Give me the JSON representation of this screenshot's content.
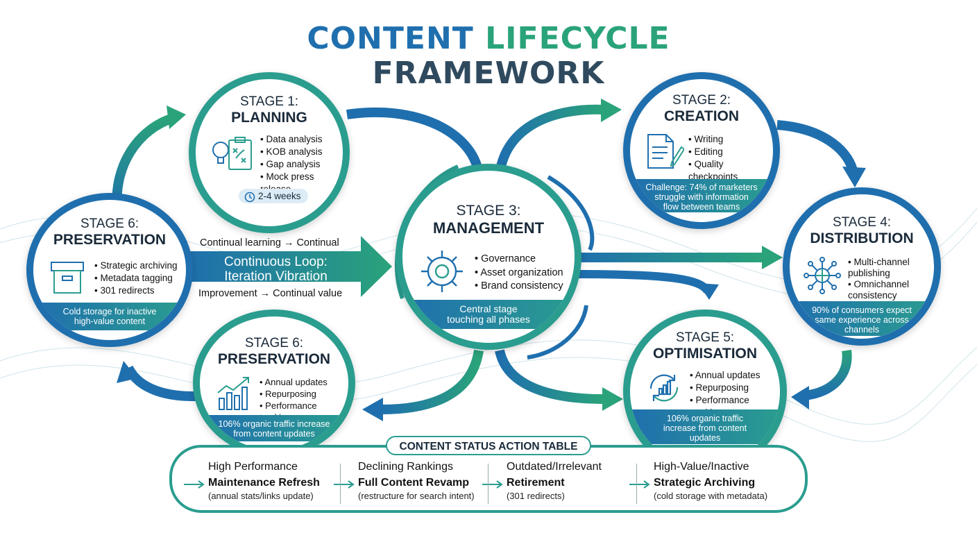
{
  "title": {
    "line1_a": "CONTENT",
    "line1_b": "LIFECYCLE",
    "line2": "FRAMEWORK"
  },
  "stages": {
    "planning": {
      "stage": "STAGE 1:",
      "name": "PLANNING",
      "items": [
        "Data analysis",
        "KOB analysis",
        "Gap analysis",
        "Mock press release"
      ],
      "duration": "2-4 weeks",
      "icon": "clipboard-bulb-icon"
    },
    "creation": {
      "stage": "STAGE 2:",
      "name": "CREATION",
      "items": [
        "Writing",
        "Editing",
        "Quality checkpoints"
      ],
      "banner": [
        "Challenge: 74% of marketers",
        "struggle with information",
        "flow between teams"
      ],
      "icon": "document-pen-icon"
    },
    "management": {
      "stage": "STAGE 3:",
      "name": "MANAGEMENT",
      "items": [
        "Governance",
        "Asset organization",
        "Brand consistency"
      ],
      "banner": [
        "Central stage",
        "touching all phases"
      ],
      "icon": "gear-icon"
    },
    "distribution": {
      "stage": "STAGE 4:",
      "name": "DISTRIBUTION",
      "items": [
        "Multi-channel",
        "publishing",
        "Omnichannel",
        "consistency"
      ],
      "banner": [
        "90% of consumers expect",
        "same experience across",
        "channels"
      ],
      "icon": "network-globe-icon"
    },
    "optimisation": {
      "stage": "STAGE 5:",
      "name": "OPTIMISATION",
      "items": [
        "Annual updates",
        "Repurposing",
        "Performance tracking"
      ],
      "banner": [
        "106% organic traffic",
        "increase from content",
        "updates"
      ],
      "icon": "refresh-chart-icon"
    },
    "preservation_left": {
      "stage": "STAGE 6:",
      "name": "PRESERVATION",
      "items": [
        "Strategic archiving",
        "Metadata tagging",
        "301 redirects"
      ],
      "banner": [
        "Cold storage for inactive",
        "high-value content"
      ],
      "icon": "archive-box-icon"
    },
    "preservation_bottom": {
      "stage": "STAGE 6:",
      "name": "PRESERVATION",
      "items": [
        "Annual updates",
        "Repurposing",
        "Performance tracking"
      ],
      "banner": [
        "106% organic traffic increase",
        "from content updates"
      ],
      "icon": "growth-chart-icon"
    }
  },
  "loop": {
    "top": "Continual learning → Continual",
    "arrow_line1": "Continuous Loop:",
    "arrow_line2": "Iteration Vibration",
    "bottom": "Improvement → Continual value"
  },
  "table": {
    "title": "CONTENT STATUS ACTION TABLE",
    "columns": [
      {
        "status": "High Performance",
        "action": "Maintenance Refresh",
        "note": "(annual stats/links update)"
      },
      {
        "status": "Declining Rankings",
        "action": "Full Content Revamp",
        "note": "(restructure for search intent)"
      },
      {
        "status": "Outdated/Irrelevant",
        "action": "Retirement",
        "note": "(301 redirects)"
      },
      {
        "status": "High-Value/Inactive",
        "action": "Strategic Archiving",
        "note": "(cold storage with metadata)"
      }
    ]
  },
  "colors": {
    "blue": "#1f6fae",
    "teal": "#2a9d8f",
    "green": "#2aa37a",
    "dark": "#2f4a5e"
  }
}
